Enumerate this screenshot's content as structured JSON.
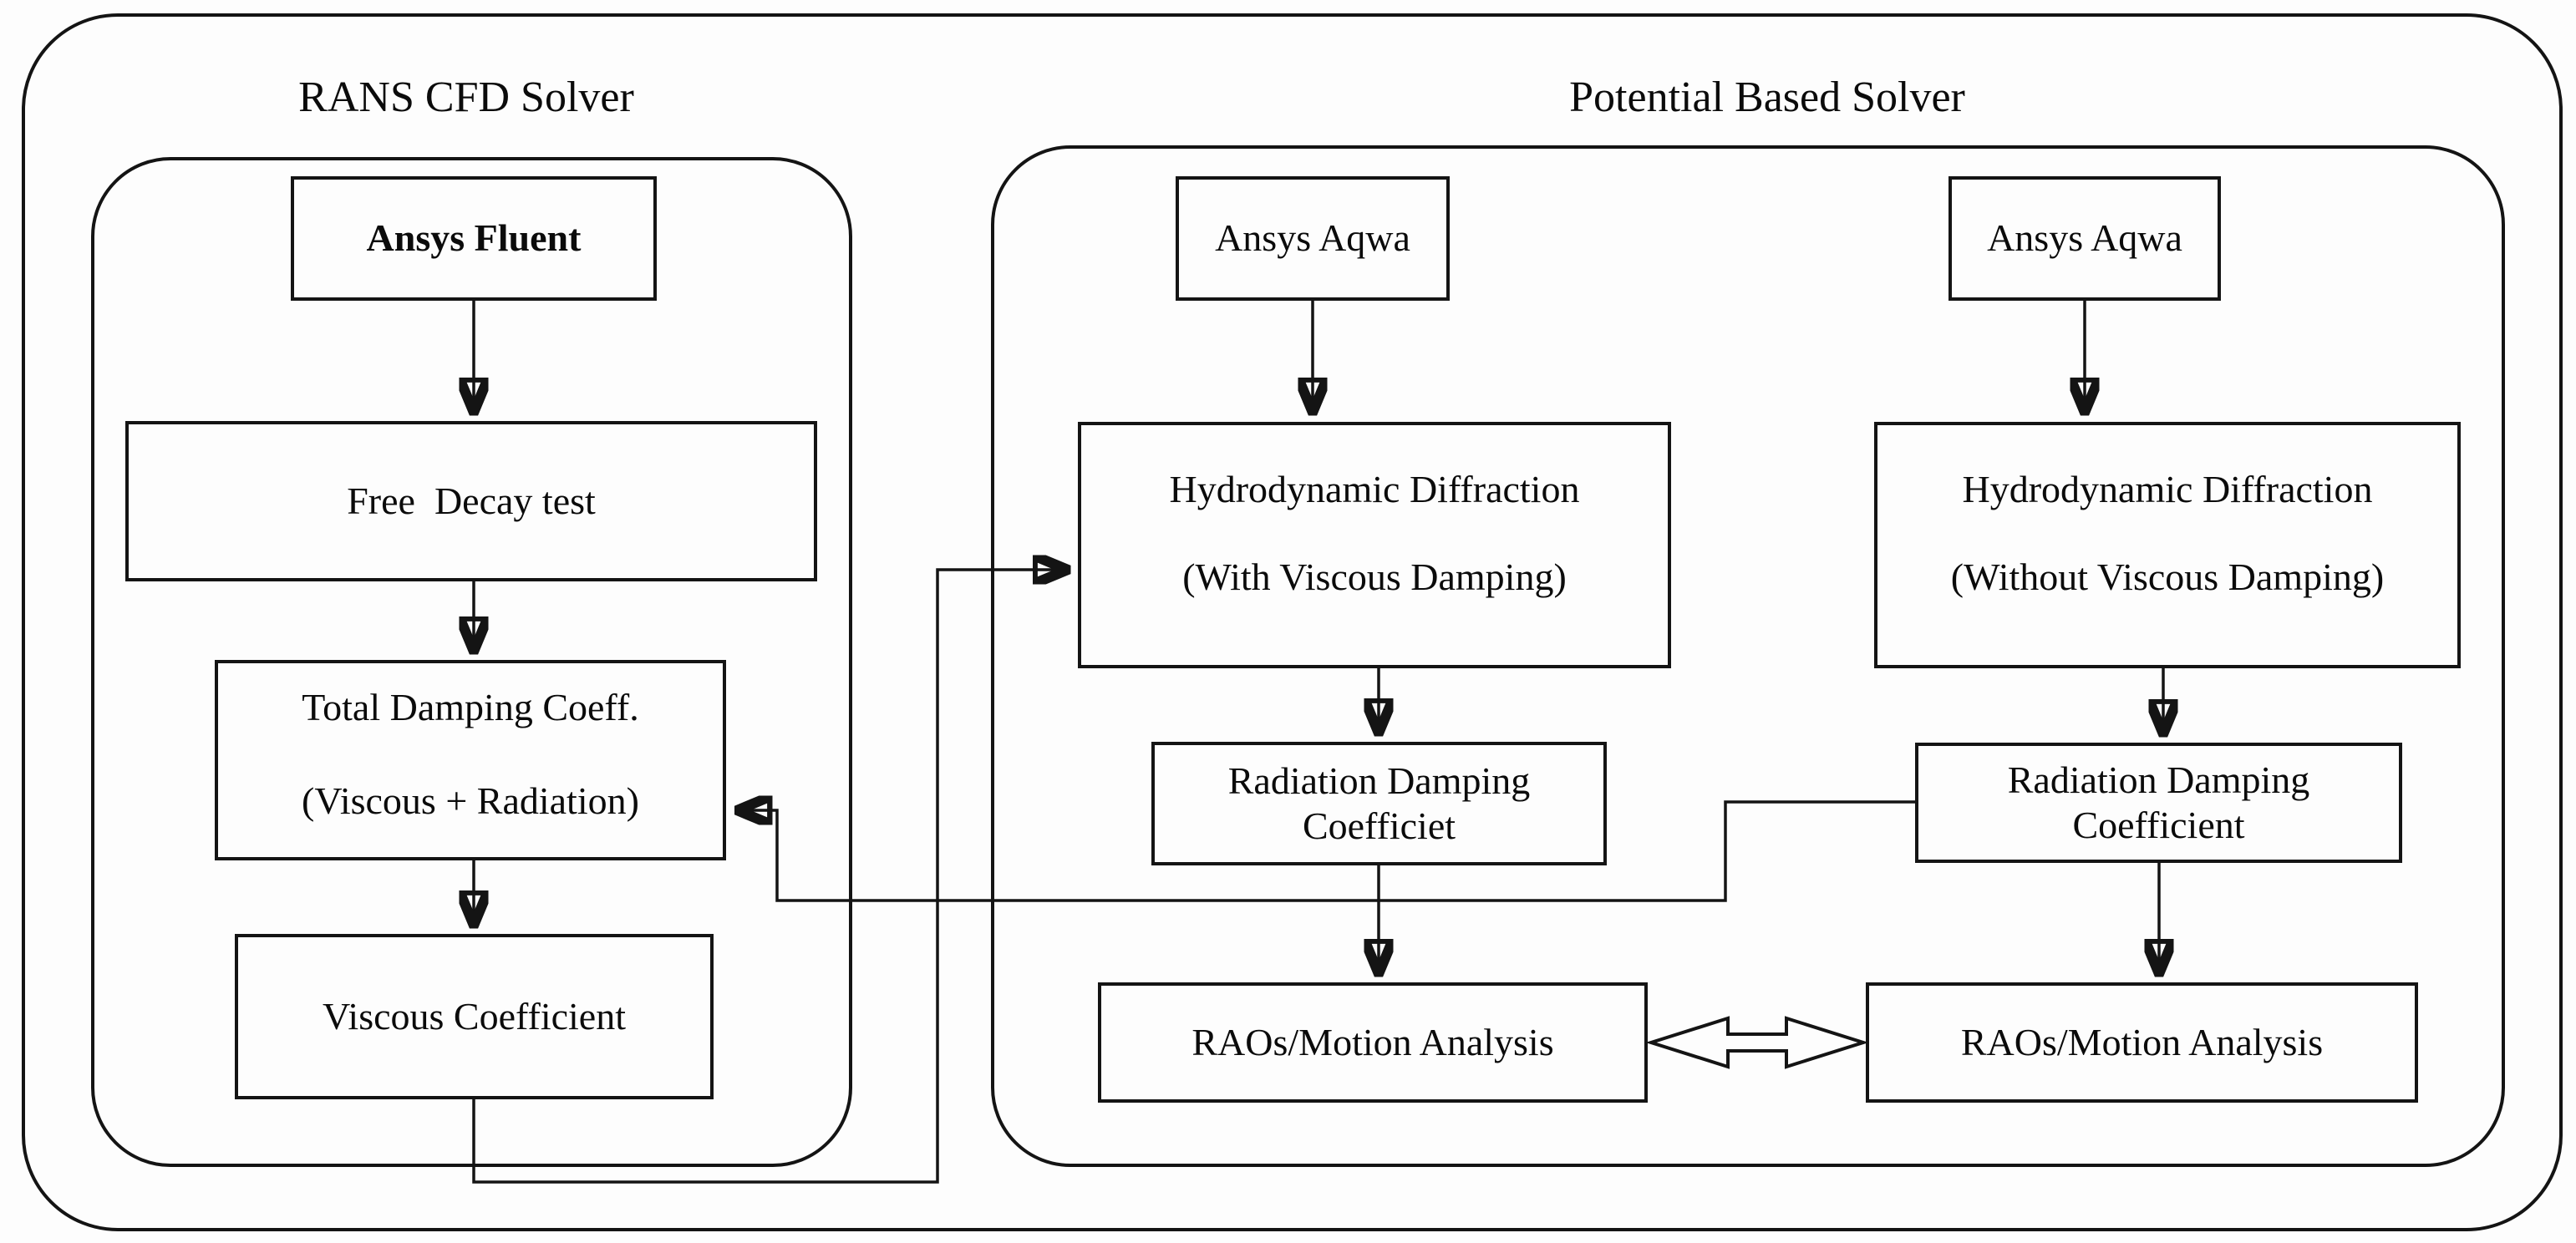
{
  "rans": {
    "label": "RANS CFD Solver",
    "fluent": "Ansys Fluent",
    "free_decay": "Free  Decay test",
    "total_damping": {
      "line1": "Total Damping Coeff.",
      "line2": "(Viscous + Radiation)"
    },
    "viscous": "Viscous Coefficient"
  },
  "potential": {
    "label": "Potential Based Solver",
    "with_damping": {
      "aqwa": "Ansys Aqwa",
      "hydro": {
        "line1": "Hydrodynamic Diffraction",
        "line2": "(With Viscous Damping)"
      },
      "raddamp": {
        "line1": "Radiation Damping",
        "line2": "Coefficiet"
      },
      "raos": "RAOs/Motion Analysis"
    },
    "without_damping": {
      "aqwa": "Ansys Aqwa",
      "hydro": {
        "line1": "Hydrodynamic Diffraction",
        "line2": "(Without Viscous Damping)"
      },
      "raddamp": {
        "line1": "Radiation Damping",
        "line2": "Coefficient"
      },
      "raos": "RAOs/Motion Analysis"
    }
  },
  "colors": {
    "line": "#141414",
    "background": "#ffffff"
  }
}
